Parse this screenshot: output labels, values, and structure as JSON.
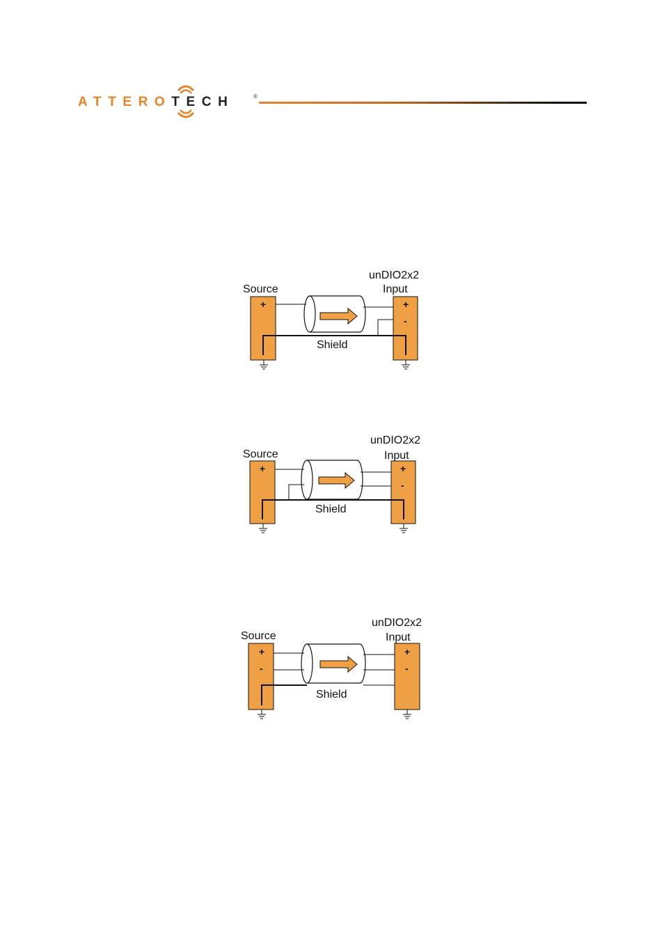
{
  "header": {
    "logo_part1": "ATTERO",
    "logo_part2": "TECH",
    "registered": "®"
  },
  "colors": {
    "box_fill": "#F0A044",
    "arrow_fill": "#F0A044",
    "wire": "#111111",
    "accent": "#E8832A"
  },
  "diagrams": [
    {
      "source_label": "Source",
      "source_pins": [
        "+"
      ],
      "dest_label_line1": "unDIO2x2",
      "dest_label_line2": "Input",
      "dest_pins": [
        "+",
        "-"
      ],
      "shield_label": "Shield"
    },
    {
      "source_label": "Source",
      "source_pins": [
        "+"
      ],
      "dest_label_line1": "unDIO2x2",
      "dest_label_line2": "Input",
      "dest_pins": [
        "+",
        "-"
      ],
      "shield_label": "Shield"
    },
    {
      "source_label": "Source",
      "source_pins": [
        "+",
        "-"
      ],
      "dest_label_line1": "unDIO2x2",
      "dest_label_line2": "Input",
      "dest_pins": [
        "+",
        "-"
      ],
      "shield_label": "Shield"
    }
  ]
}
